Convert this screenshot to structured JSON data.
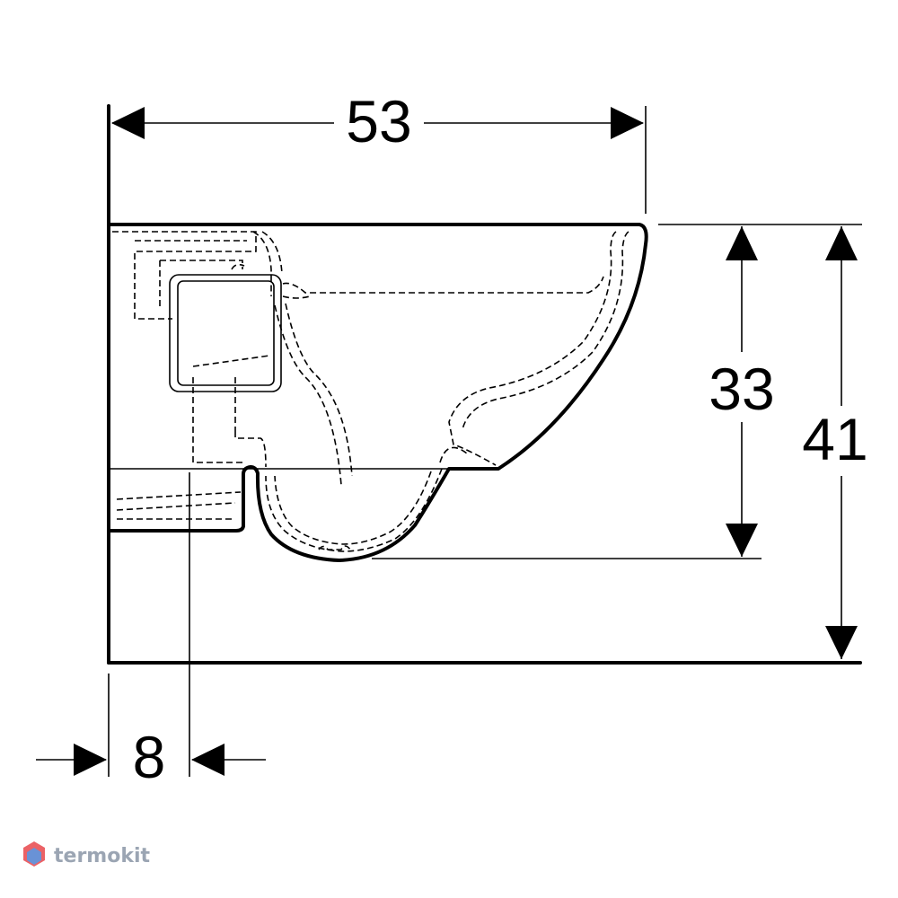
{
  "dimensions": {
    "width": "53",
    "height_bowl": "33",
    "height_total": "41",
    "offset": "8"
  },
  "watermark": {
    "text": "termokit",
    "colors": [
      "#e8474c",
      "#4f7fd0",
      "#8a96a6"
    ]
  }
}
